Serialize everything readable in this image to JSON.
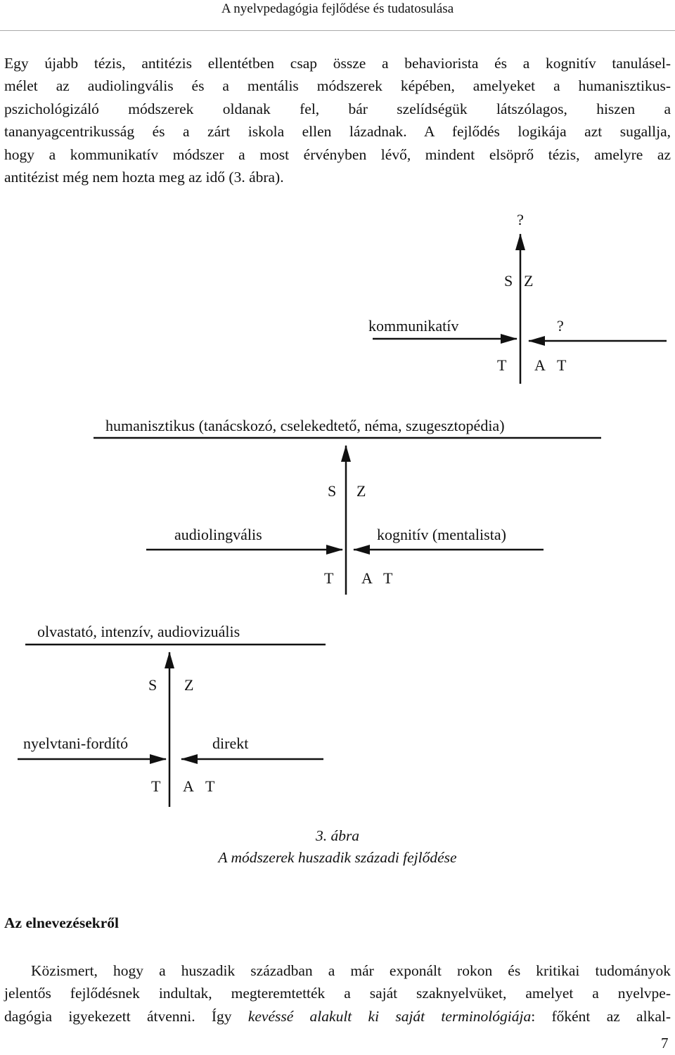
{
  "header": {
    "title": "A nyelvpedagógia fejlődése és tudatosulása"
  },
  "paragraph1": {
    "lines": [
      "Egy újabb tézis, antitézis ellentétben csap össze a behaviorista és a kognitív tanulásel-",
      "mélet az audiolingvális és a mentális módszerek képében, amelyeket a humanisztikus-",
      "pszichológizáló módszerek oldanak fel, bár szelídségük látszólagos, hiszen a",
      "tananyagcentrikusság és a zárt iskola ellen lázadnak. A fejlődés logikája azt sugallja,",
      "hogy a kommunikatív módszer a most érvényben lévő, mindent elsöprő tézis, amelyre az",
      "antitézist még nem hozta meg az idő (3. ábra)."
    ]
  },
  "figure": {
    "level4": {
      "question_top": "?",
      "s": "S",
      "z": "Z",
      "left_label": "kommunikatív",
      "right_label": "?",
      "t1": "T",
      "a": "A",
      "t2": "T"
    },
    "synthesis3": "humanisztikus (tanácskozó, cselekedtető, néma, szugesztopédia)",
    "level2": {
      "s": "S",
      "z": "Z",
      "left_label": "audiolingvális",
      "right_label": "kognitív (mentalista)",
      "t1": "T",
      "a": "A",
      "t2": "T"
    },
    "synthesis2": "olvastató, intenzív, audiovizuális",
    "level1": {
      "s": "S",
      "z": "Z",
      "left_label": "nyelvtani-fordító",
      "right_label": "direkt",
      "t1": "T",
      "a": "A",
      "t2": "T"
    },
    "caption_number": "3. ábra",
    "caption_title": "A módszerek huszadik századi fejlődése"
  },
  "section": {
    "heading": "Az elnevezésekről"
  },
  "paragraph2": {
    "line1": "Közismert, hogy a huszadik században a már exponált rokon és kritikai tudományok",
    "line2": "jelentős fejlődésnek indultak, megteremtették a saját szaknyelvüket, amelyet a nyelvpe-",
    "line3_a": "dagógia igyekezett átvenni. Így ",
    "line3_em": "kevéssé alakult ki saját terminológiája",
    "line3_b": ": főként az alkal-"
  },
  "page_number": "7"
}
